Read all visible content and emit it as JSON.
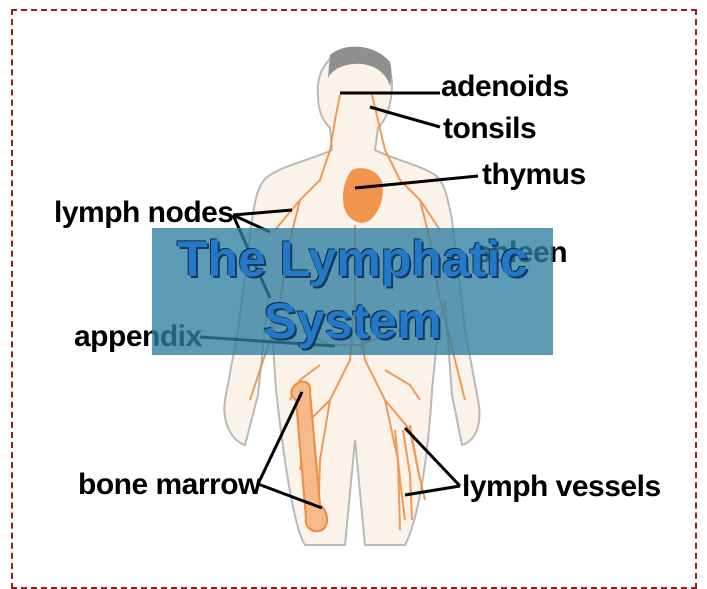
{
  "labels": {
    "adenoids": "adenoids",
    "tonsils": "tonsils",
    "thymus": "thymus",
    "lymph_nodes": "lymph nodes",
    "spleen": "spleen",
    "appendix": "appendix",
    "bone_marrow": "bone marrow",
    "lymph_vessels": "lymph vessels"
  },
  "banner": {
    "line1": "The Lymphatic",
    "line2": "System"
  },
  "colors": {
    "frame": "#9b1c1c",
    "banner_bg": "#2f7da0",
    "banner_text": "#2179c8",
    "lymph": "#f08a3c",
    "body_outline": "#b9b9b9",
    "leader": "#000000"
  }
}
